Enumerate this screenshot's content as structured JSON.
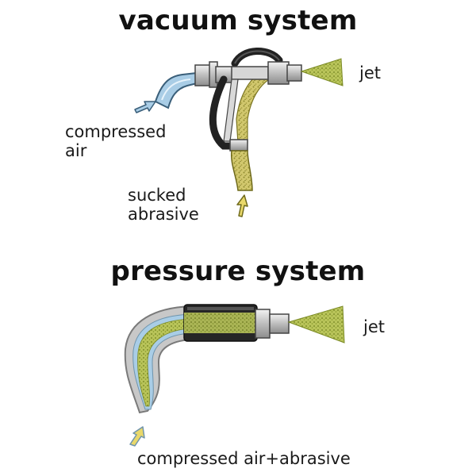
{
  "vacuum": {
    "title": "vacuum system",
    "jet_label": "jet",
    "air_label_line1": "compressed",
    "air_label_line2": "air",
    "abrasive_label_line1": "sucked",
    "abrasive_label_line2": "abrasive"
  },
  "pressure": {
    "title": "pressure system",
    "jet_label": "jet",
    "mix_label": "compressed air+abrasive"
  },
  "colors": {
    "air_blue": "#a9cde6",
    "abrasive_yellow": "#d7cf7a",
    "hose_black": "#222222",
    "hose_grey": "#c8c8c8",
    "jet_green": "#9aa83a"
  }
}
